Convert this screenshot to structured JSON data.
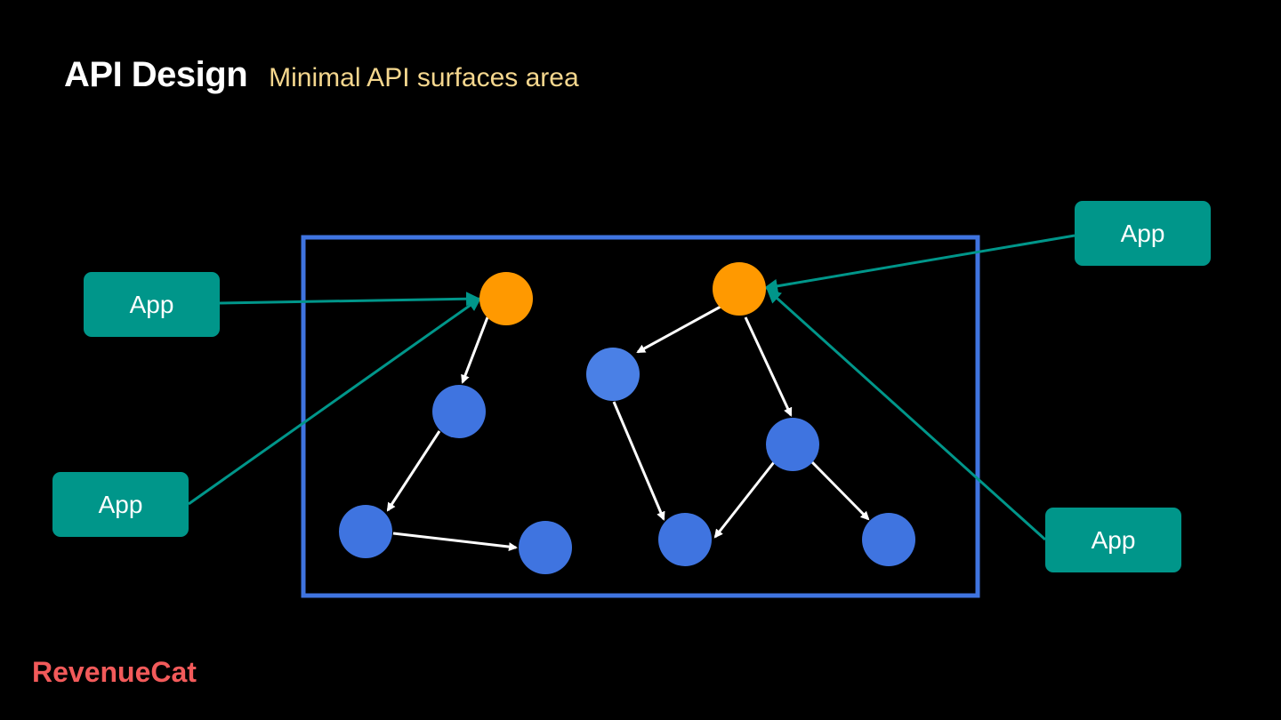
{
  "header": {
    "title": "API Design",
    "subtitle": "Minimal API surfaces area"
  },
  "apps": [
    {
      "label": "App"
    },
    {
      "label": "App"
    },
    {
      "label": "App"
    },
    {
      "label": "App"
    }
  ],
  "logo": {
    "text": "RevenueCat"
  },
  "colors": {
    "background": "#000000",
    "container_border": "#3f74e0",
    "public_node": "#ff9900",
    "internal_node": "#3f74e0",
    "app_box": "#00968a",
    "app_edge": "#00968a",
    "internal_edge": "#ffffff",
    "subtitle": "#f5d78e",
    "logo": "#f25a5a"
  }
}
